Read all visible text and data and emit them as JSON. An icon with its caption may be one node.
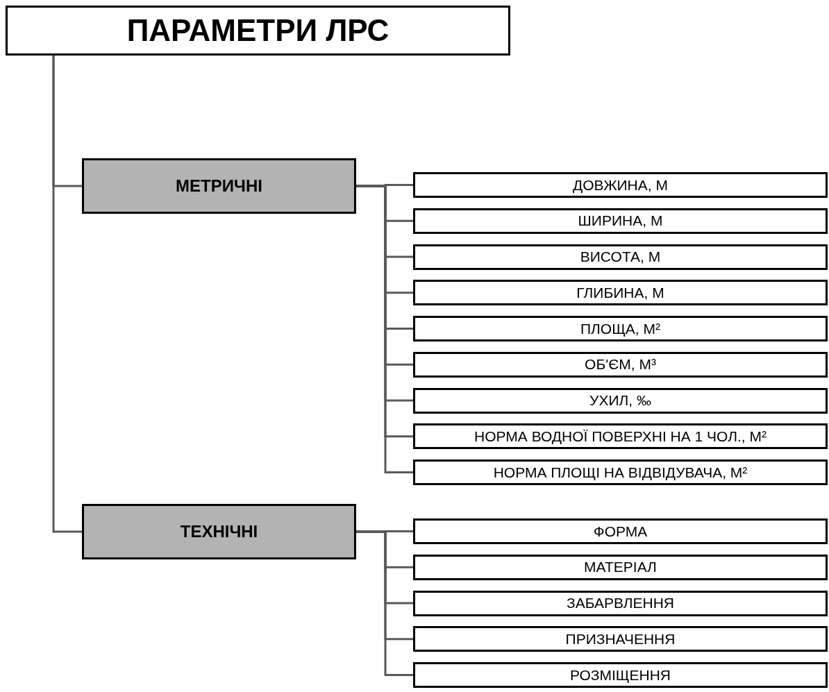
{
  "diagram": {
    "nodes": [
      {
        "text": [
          "ПАРАМЕТРИ ЛРС"
        ]
      },
      {
        "text": [
          "МЕТРИЧНІ"
        ]
      },
      {
        "text": [
          "ДОВЖИНА, М"
        ]
      },
      {
        "text": [
          "ШИРИНА, М"
        ]
      },
      {
        "text": [
          "ВИСОТА, М"
        ]
      },
      {
        "text": [
          "ГЛИБИНА, М"
        ]
      },
      {
        "text": [
          "ПЛОЩА, М²"
        ]
      },
      {
        "text": [
          "ОБ'ЄМ, М³"
        ]
      },
      {
        "text": [
          "УХИЛ, ‰"
        ]
      },
      {
        "text": [
          "НОРМА ВОДНОЇ ПОВЕРХНІ НА 1 ЧОЛ., М²"
        ]
      },
      {
        "text": [
          "НОРМА ПЛОЩІ НА ВІДВІДУВАЧА, М²"
        ]
      },
      {
        "text": [
          "ТЕХНІЧНІ"
        ]
      },
      {
        "text": [
          "ФОРМА"
        ]
      },
      {
        "text": [
          "МАТЕРІАЛ"
        ]
      },
      {
        "text": [
          "ЗАБАРВЛЕННЯ"
        ]
      },
      {
        "text": [
          "ПРИЗНАЧЕННЯ"
        ]
      },
      {
        "text": [
          "РОЗМІЩЕННЯ"
        ]
      }
    ],
    "edges": [
      {
        "from": 0,
        "to": 1,
        "arrow": "none"
      },
      {
        "from": 0,
        "to": 11,
        "arrow": "none"
      },
      {
        "from": 1,
        "to": 2,
        "arrow": "none"
      },
      {
        "from": 1,
        "to": 3,
        "arrow": "none"
      },
      {
        "from": 1,
        "to": 4,
        "arrow": "none"
      },
      {
        "from": 1,
        "to": 5,
        "arrow": "none"
      },
      {
        "from": 1,
        "to": 6,
        "arrow": "none"
      },
      {
        "from": 1,
        "to": 7,
        "arrow": "none"
      },
      {
        "from": 1,
        "to": 8,
        "arrow": "none"
      },
      {
        "from": 1,
        "to": 9,
        "arrow": "none"
      },
      {
        "from": 1,
        "to": 10,
        "arrow": "none"
      },
      {
        "from": 11,
        "to": 12,
        "arrow": "none"
      },
      {
        "from": 11,
        "to": 13,
        "arrow": "none"
      },
      {
        "from": 11,
        "to": 14,
        "arrow": "none"
      },
      {
        "from": 11,
        "to": 15,
        "arrow": "none"
      },
      {
        "from": 11,
        "to": 16,
        "arrow": "none"
      }
    ]
  }
}
